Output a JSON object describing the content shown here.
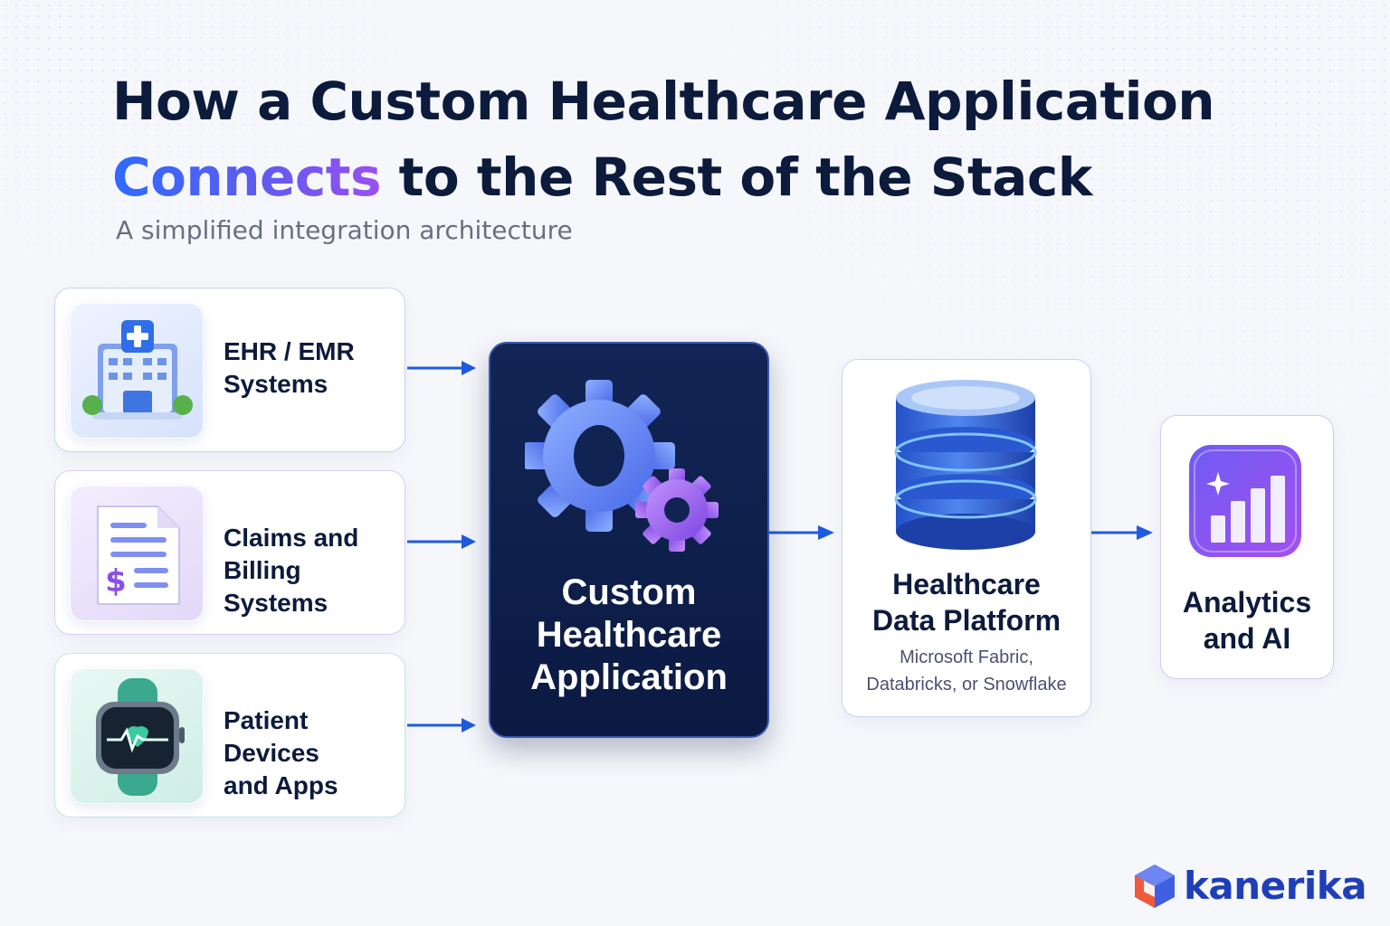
{
  "title": {
    "line1": "How a Custom Healthcare Application",
    "line2_accent": "Connects",
    "line2_rest": " to the Rest of the Stack"
  },
  "subtitle": "A simplified integration architecture",
  "sources": [
    {
      "label_line1": "EHR / EMR",
      "label_line2": "Systems",
      "icon": "hospital-icon"
    },
    {
      "label_line1": "Claims and",
      "label_line2": "Billing Systems",
      "icon": "billing-document-icon"
    },
    {
      "label_line1": "Patient Devices",
      "label_line2": "and Apps",
      "icon": "smartwatch-icon"
    }
  ],
  "core": {
    "label_lines": [
      "Custom",
      "Healthcare",
      "Application"
    ],
    "icon": "gears-icon"
  },
  "platform": {
    "label_lines": [
      "Healthcare",
      "Data Platform"
    ],
    "sub_lines": [
      "Microsoft Fabric,",
      "Databricks, or Snowflake"
    ],
    "icon": "database-icon"
  },
  "analytics": {
    "label_lines": [
      "Analytics",
      "and AI"
    ],
    "icon": "chart-icon"
  },
  "brand": {
    "name": "kanerika"
  },
  "colors": {
    "navy": "#0c1a3c",
    "accent_blue": "#2f6bff",
    "accent_purple": "#9a4ff0",
    "arrow": "#1f5be0"
  }
}
